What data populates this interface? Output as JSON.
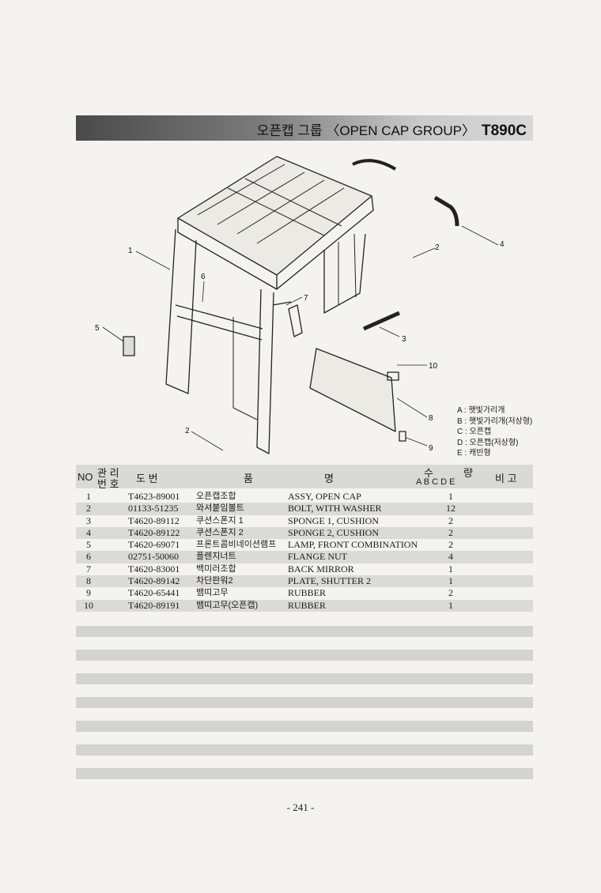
{
  "header": {
    "title": "오픈캡 그룹 〈OPEN CAP GROUP〉",
    "model": "T890C"
  },
  "diagram": {
    "callouts": [
      "1",
      "2",
      "3",
      "4",
      "5",
      "6",
      "7",
      "10",
      "8",
      "9",
      "2"
    ]
  },
  "legend": {
    "items": [
      "A : 햇빛가리개",
      "B : 햇빛가리개(저상형)",
      "C : 오픈캡",
      "D : 오픈캡(저상형)",
      "E : 캐빈형"
    ]
  },
  "table": {
    "headers": {
      "no": "NO",
      "mgmt_top": "관 리",
      "mgmt_bottom": "번 호",
      "drawing": "도  번",
      "name_a": "품",
      "name_b": "명",
      "qty_a": "수",
      "qty_b": "량",
      "qty_cols": "A  B  C  D  E",
      "remark": "비  고"
    },
    "rows": [
      {
        "no": "1",
        "part": "T4623-89001",
        "kor": "오픈캡조합",
        "eng": "ASSY, OPEN CAP",
        "qty": "1"
      },
      {
        "no": "2",
        "part": "01133-51235",
        "kor": "와셔붙임볼트",
        "eng": "BOLT, WITH WASHER",
        "qty": "12"
      },
      {
        "no": "3",
        "part": "T4620-89112",
        "kor": "쿠션스폰지 1",
        "eng": "SPONGE 1, CUSHION",
        "qty": "2"
      },
      {
        "no": "4",
        "part": "T4620-89122",
        "kor": "쿠션스폰지 2",
        "eng": "SPONGE 2, CUSHION",
        "qty": "2"
      },
      {
        "no": "5",
        "part": "T4620-69071",
        "kor": "프론트콤비네이션램프",
        "eng": "LAMP, FRONT COMBINATION",
        "qty": "2"
      },
      {
        "no": "6",
        "part": "02751-50060",
        "kor": "플렌지너트",
        "eng": "FLANGE NUT",
        "qty": "4"
      },
      {
        "no": "7",
        "part": "T4620-83001",
        "kor": "백미러조합",
        "eng": "BACK MIRROR",
        "qty": "1"
      },
      {
        "no": "8",
        "part": "T4620-89142",
        "kor": "차단판워2",
        "eng": "PLATE, SHUTTER 2",
        "qty": "1"
      },
      {
        "no": "9",
        "part": "T4620-65441",
        "kor": "뱀띠고무",
        "eng": "RUBBER",
        "qty": "2"
      },
      {
        "no": "10",
        "part": "T4620-89191",
        "kor": "뱀띠고무(오픈캡)",
        "eng": "RUBBER",
        "qty": "1"
      }
    ]
  },
  "footer": {
    "page": "- 241 -"
  }
}
